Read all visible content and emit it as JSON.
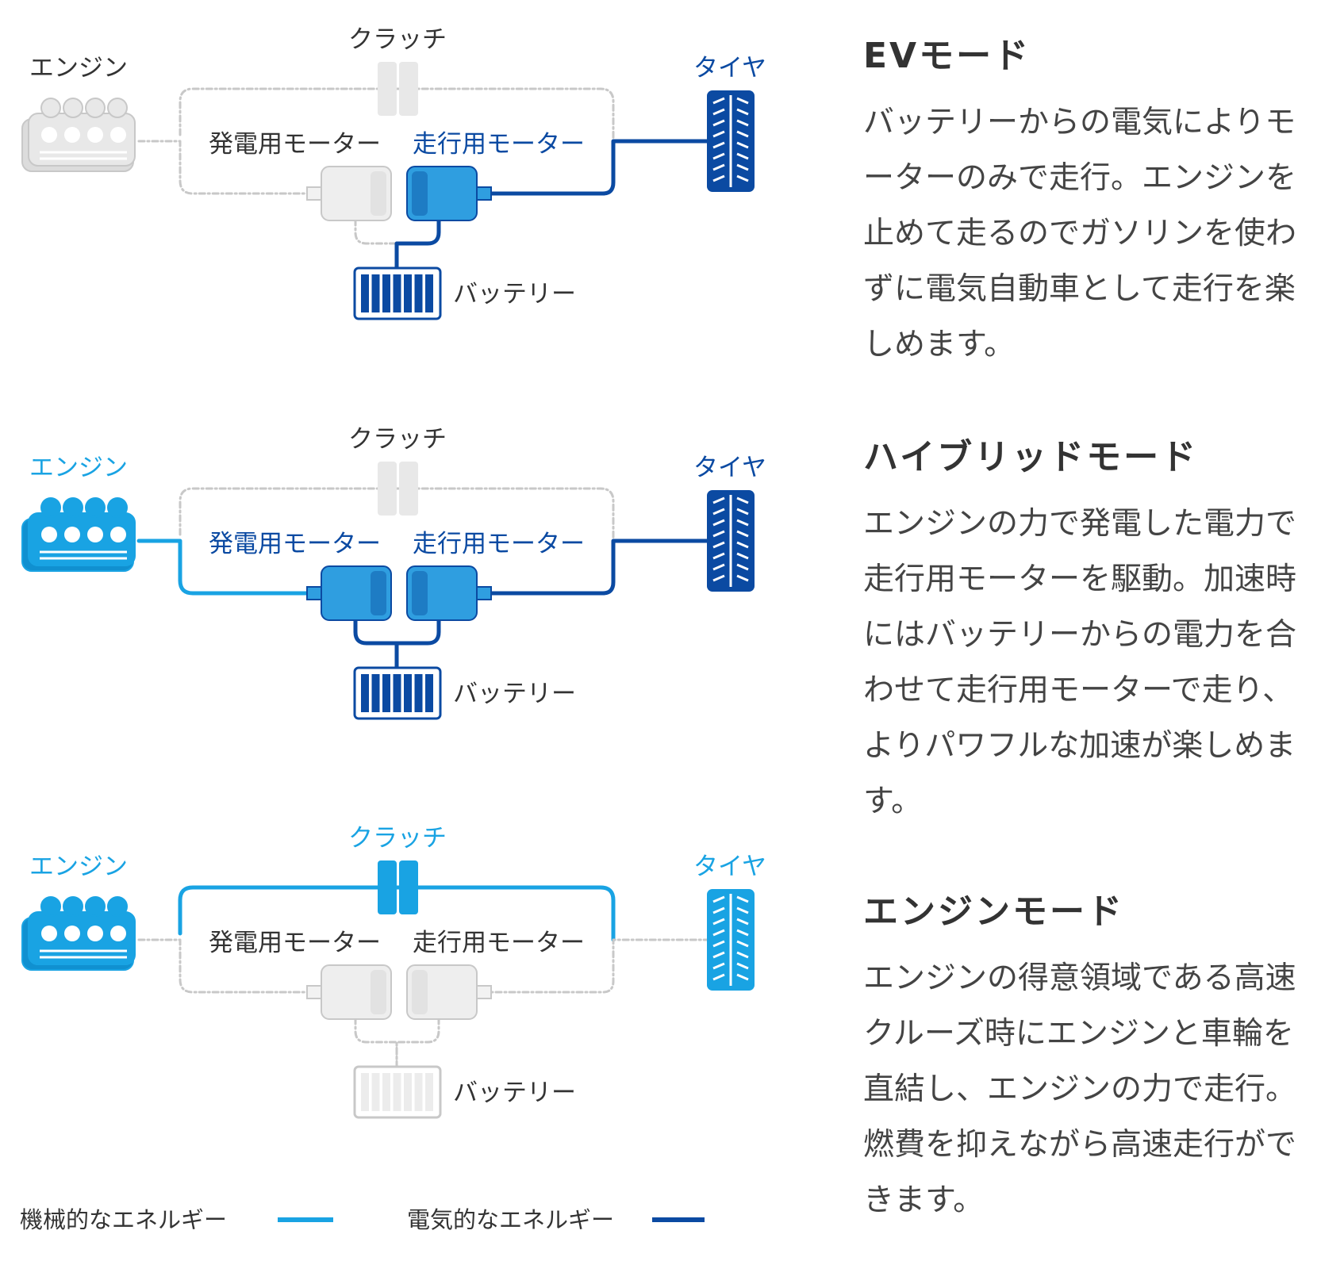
{
  "colors": {
    "mechanical": "#19a3e3",
    "electrical": "#0b4aa2",
    "inactive_fill": "#e8e8e8",
    "inactive_stroke": "#c8c8c8",
    "text_dark": "#333333"
  },
  "labels": {
    "engine": "エンジン",
    "clutch": "クラッチ",
    "tire": "タイヤ",
    "generator_motor": "発電用モーター",
    "drive_motor": "走行用モーター",
    "battery": "バッテリー"
  },
  "modes": [
    {
      "id": "ev",
      "title": "EVモード",
      "description": "バッテリーからの電気によりモーターのみで走行。エンジンを止めて走るのでガソリンを使わずに電気自動車として走行を楽しめます。",
      "state": {
        "engine": "inactive",
        "clutch": "inactive",
        "generator": "inactive",
        "drive_motor": "electrical",
        "battery": "electrical",
        "tire": "electrical",
        "engine_to_gen": "inactive",
        "clutch_path": "inactive",
        "gen_to_battery": "inactive",
        "drive_to_battery": "electrical",
        "drive_to_tire": "electrical"
      }
    },
    {
      "id": "hybrid",
      "title": "ハイブリッドモード",
      "description": "エンジンの力で発電した電力で走行用モーターを駆動。加速時にはバッテリーからの電力を合わせて走行用モーターで走り、よりパワフルな加速が楽しめます。",
      "state": {
        "engine": "mechanical",
        "clutch": "inactive",
        "generator": "electrical",
        "drive_motor": "electrical",
        "battery": "electrical",
        "tire": "electrical",
        "engine_to_gen": "mechanical",
        "clutch_path": "inactive",
        "gen_to_battery": "electrical",
        "drive_to_battery": "electrical",
        "drive_to_tire": "electrical"
      }
    },
    {
      "id": "engine",
      "title": "エンジンモード",
      "description": "エンジンの得意領域である高速クルーズ時にエンジンと車輪を直結し、エンジンの力で走行。燃費を抑えながら高速走行ができます。",
      "state": {
        "engine": "mechanical",
        "clutch": "mechanical",
        "generator": "inactive",
        "drive_motor": "inactive",
        "battery": "inactive",
        "tire": "mechanical",
        "engine_to_gen": "inactive",
        "clutch_path": "mechanical",
        "gen_to_battery": "inactive",
        "drive_to_battery": "inactive",
        "drive_to_tire": "inactive"
      }
    }
  ],
  "legend": {
    "mechanical": "機械的なエネルギー",
    "electrical": "電気的なエネルギー"
  }
}
